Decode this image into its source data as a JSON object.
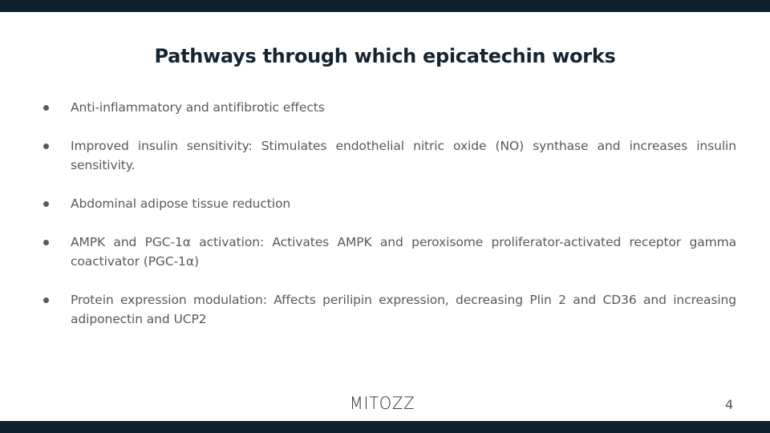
{
  "slide": {
    "title": "Pathways through which epicatechin works",
    "bullets": [
      {
        "text": "Anti-inflammatory and antifibrotic effects"
      },
      {
        "text": "Improved insulin sensitivity: Stimulates endothelial nitric oxide (NO) synthase and increases insulin sensitivity."
      },
      {
        "text": "Abdominal adipose tissue reduction"
      },
      {
        "text": "AMPK and PGC-1α activation: Activates AMPK and peroxisome proliferator-activated receptor gamma coactivator (PGC-1α)"
      },
      {
        "text": "Protein expression modulation: Affects perilipin expression, decreasing Plin 2 and CD36 and increasing adiponectin and UCP2"
      }
    ],
    "footer": {
      "brand": "MITOZZ",
      "page_number": "4"
    }
  },
  "colors": {
    "bar": "#10202c",
    "title": "#162430",
    "body_text": "#595959"
  }
}
